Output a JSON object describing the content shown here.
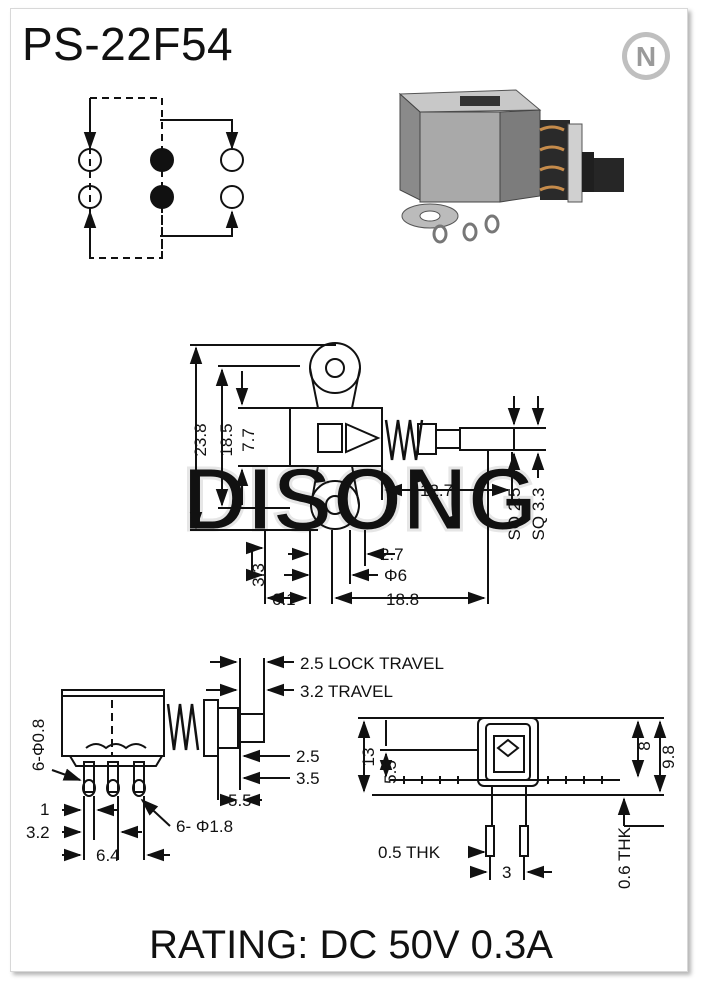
{
  "title": "PS-22F54",
  "rating": "RATING: DC 50V 0.3A",
  "watermark": "DISONG",
  "logo_letter": "N",
  "front_view": {
    "height_total": "23.8",
    "height_mid": "18.5",
    "height_top": "7.7",
    "dim_12_7": "12.7",
    "sq_small": "SQ 2.5",
    "sq_large": "SQ 3.3",
    "dim_2_7": "2.7",
    "phi_6": "Φ6",
    "dim_3_3": "3.3",
    "dim_6_1": "6.1",
    "dim_18_8": "18.8"
  },
  "side_view": {
    "lock_travel": "2.5 LOCK TRAVEL",
    "travel": "3.2 TRAVEL",
    "hole_small": "6-Φ0.8",
    "dim_2_5": "2.5",
    "dim_3_5": "3.5",
    "dim_5_5": "5.5",
    "dim_1": "1",
    "dim_3_2": "3.2",
    "hole_large": "6- Φ1.8",
    "dim_6_4": "6.4"
  },
  "end_view": {
    "dim_13": "13",
    "dim_5_5": "5.5",
    "dim_8": "8",
    "dim_9_8": "9.8",
    "thk_0_5": "0.5 THK",
    "dim_3": "3",
    "thk_0_6": "0.6 THK"
  }
}
